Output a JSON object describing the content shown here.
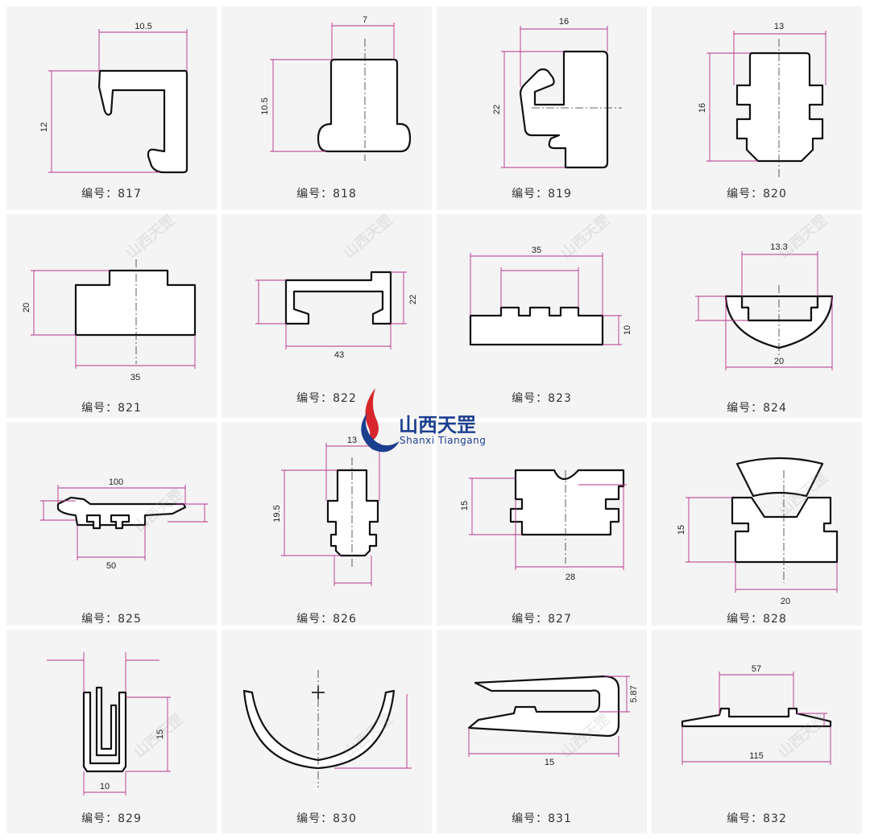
{
  "catalog": {
    "caption_prefix": "编号：",
    "items": [
      {
        "code": "817",
        "dims": [
          "10.5",
          "12"
        ]
      },
      {
        "code": "818",
        "dims": [
          "7",
          "10.5"
        ]
      },
      {
        "code": "819",
        "dims": [
          "16",
          "22"
        ]
      },
      {
        "code": "820",
        "dims": [
          "13",
          "16"
        ]
      },
      {
        "code": "821",
        "dims": [
          "20",
          "35"
        ]
      },
      {
        "code": "822",
        "dims": [
          "22",
          "43"
        ]
      },
      {
        "code": "823",
        "dims": [
          "35",
          "10"
        ]
      },
      {
        "code": "824",
        "dims": [
          "13.3",
          "20"
        ]
      },
      {
        "code": "825",
        "dims": [
          "100",
          "50"
        ]
      },
      {
        "code": "826",
        "dims": [
          "13",
          "19.5"
        ]
      },
      {
        "code": "827",
        "dims": [
          "15",
          "28"
        ]
      },
      {
        "code": "828",
        "dims": [
          "15",
          "20"
        ]
      },
      {
        "code": "829",
        "dims": [
          "15",
          "10"
        ]
      },
      {
        "code": "830",
        "dims": []
      },
      {
        "code": "831",
        "dims": [
          "5.87",
          "15"
        ]
      },
      {
        "code": "832",
        "dims": [
          "57",
          "115"
        ]
      }
    ]
  },
  "logo": {
    "name": "山西天罡",
    "english": "Shanxi Tiangang"
  },
  "watermark": "山西天罡",
  "colors": {
    "background": "#f4f4f4",
    "profile_stroke": "#111111",
    "dimension_line": "#b5338a",
    "logo_blue": "#1b3f8f",
    "logo_red": "#d9262c"
  }
}
